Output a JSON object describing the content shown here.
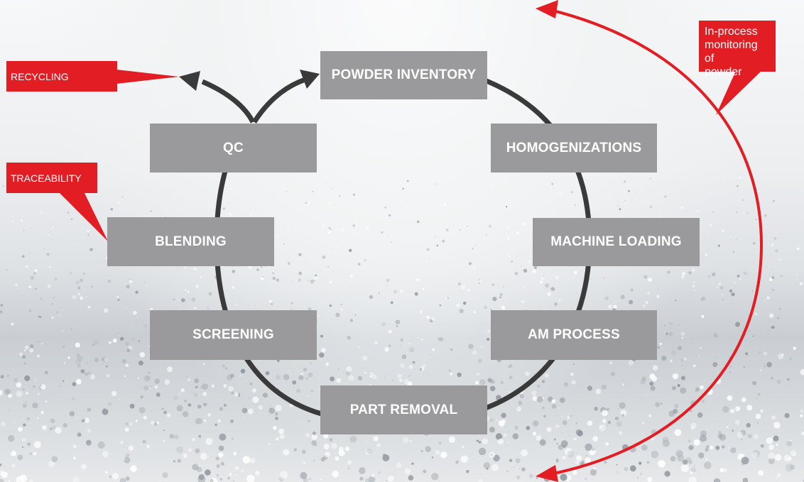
{
  "diagram": {
    "stages": [
      {
        "id": "powder-inventory",
        "label": "POWDER INVENTORY"
      },
      {
        "id": "homogenizations",
        "label": "HOMOGENIZATIONS"
      },
      {
        "id": "machine-loading",
        "label": "MACHINE LOADING"
      },
      {
        "id": "am-process",
        "label": "AM PROCESS"
      },
      {
        "id": "part-removal",
        "label": "PART REMOVAL"
      },
      {
        "id": "screening",
        "label": "SCREENING"
      },
      {
        "id": "blending",
        "label": "BLENDING"
      },
      {
        "id": "qc",
        "label": "QC"
      }
    ],
    "callouts": {
      "recycling": "RECYCLING",
      "traceability": "TRACEABILITY",
      "monitoring": [
        "In-process",
        "monitoring of",
        "powder"
      ]
    },
    "colors": {
      "box": "#9a9a9c",
      "loop": "#3a3a3a",
      "accent": "#e21d24",
      "text": "#ffffff"
    }
  }
}
